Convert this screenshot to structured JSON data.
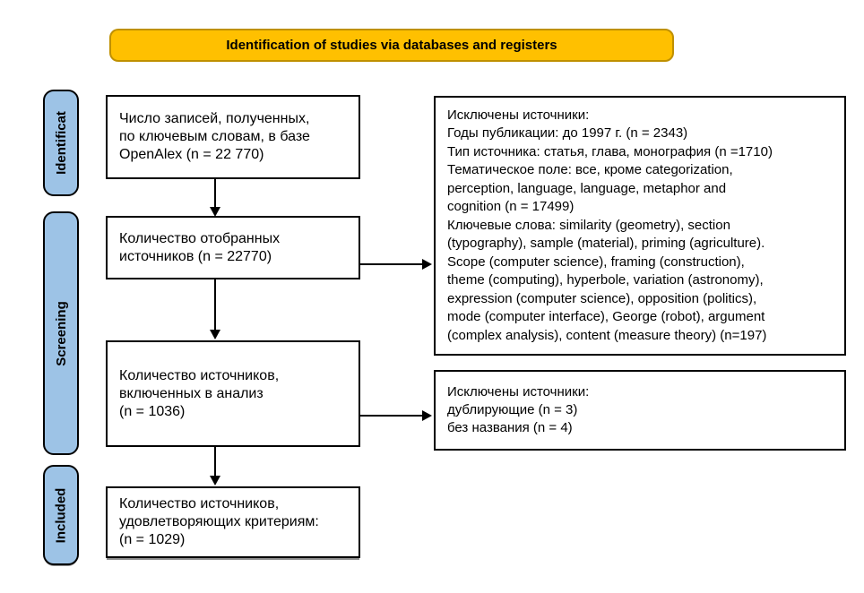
{
  "banner": {
    "label": "Identification of studies via databases and registers",
    "bg_color": "#FFC000",
    "border_color": "#BF9000"
  },
  "stages": [
    {
      "label": "Identificat"
    },
    {
      "label": "Screening"
    },
    {
      "label": "Included"
    }
  ],
  "flow": {
    "records_box": {
      "text": "Число записей, полученных,\nпо ключевым словам, в базе\nOpenAlex (n = 22 770)"
    },
    "screened_box": {
      "text": "Количество отобранных\nисточников (n = 22770)"
    },
    "analyzed_box": {
      "text": "Количество источников,\nвключенных в анализ\n(n = 1036)"
    },
    "included_box": {
      "text": "Количество источников,\nудовлетворяющих критериям:\n(n = 1029)"
    }
  },
  "exclusions": {
    "criteria_box": {
      "text": "Исключены источники:\nГоды публикации: до 1997 г. (n = 2343)\nТип источника: статья, глава, монография (n =1710)\nТематическое поле: все, кроме categorization,\nperception, language, language, metaphor and\ncognition (n = 17499)\nКлючевые слова: similarity (geometry), section\n(typography), sample (material), priming (agriculture).\nScope (computer science), framing (construction),\ntheme (computing), hyperbole, variation (astronomy),\nexpression (computer science), opposition (politics),\nmode (computer interface), George (robot), argument\n(complex analysis), content (measure theory) (n=197)"
    },
    "duplicates_box": {
      "text": "Исключены источники:\nдублирующие (n = 3)\nбез названия (n = 4)"
    }
  },
  "colors": {
    "stage_fill": "#9DC3E6",
    "box_border": "#000000",
    "background": "#FFFFFF"
  }
}
